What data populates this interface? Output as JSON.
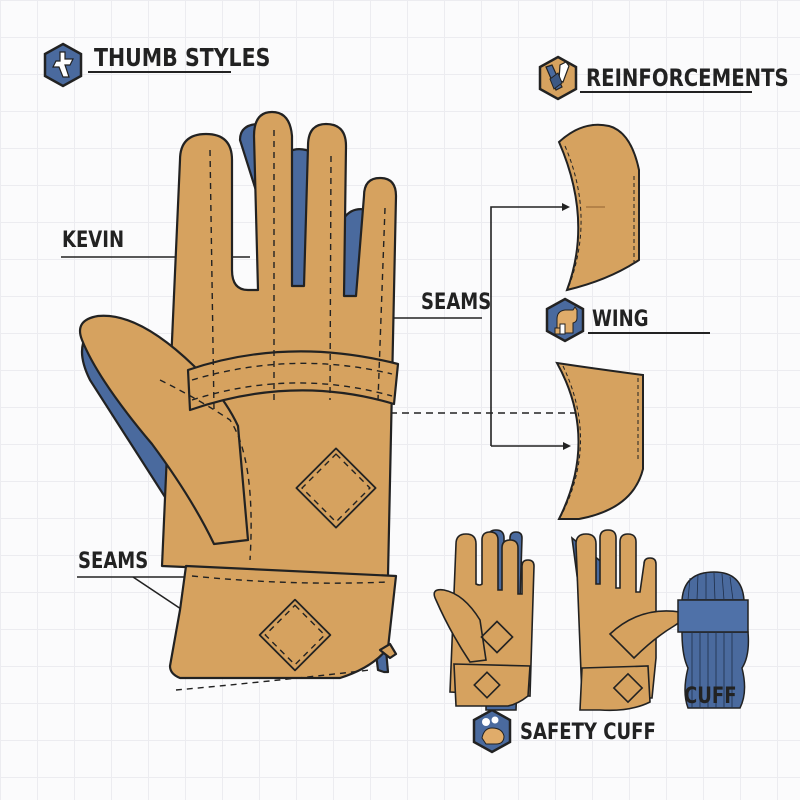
{
  "colors": {
    "leather": "#d6a25f",
    "leather_shade": "#c48e4d",
    "blue": "#4a6a9e",
    "blue_dark": "#3c5884",
    "outline": "#222222",
    "grid": "#ececf0"
  },
  "headers": {
    "thumb_styles": {
      "label": "THUMB STYLES",
      "icon": "thumb-hex-icon"
    },
    "reinforcements": {
      "label": "REINFORCEMENTS",
      "icon": "reinforcement-hex-icon"
    },
    "wing": {
      "label": "WING",
      "icon": "wing-hex-icon"
    },
    "safety_cuff": {
      "label": "SAFETY CUFF",
      "icon": "safety-cuff-hex-icon"
    }
  },
  "callouts": {
    "kevin": "KEVIN",
    "seams_top": "SEAMS",
    "seams_bottom": "SEAMS",
    "cuff": "CUFF"
  },
  "parts": [
    "main-glove-palm",
    "wing-patch-upper",
    "wing-patch-lower",
    "small-glove-left",
    "small-glove-right",
    "knit-cuff"
  ]
}
